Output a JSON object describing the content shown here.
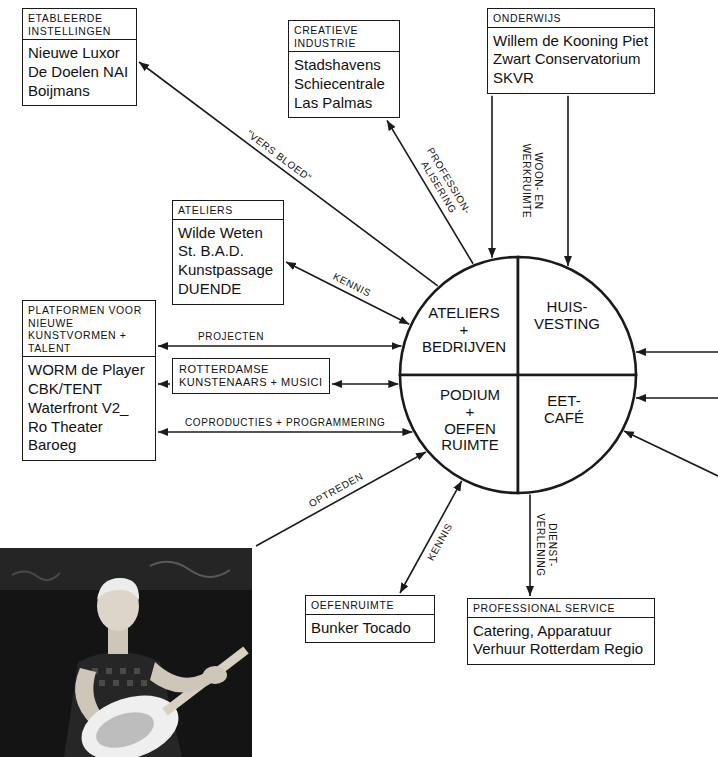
{
  "diagram": {
    "nodes": [
      {
        "text": [
          "ETABLEERDE INSTELLINGEN",
          "Nieuwe Luxor De Doelen NAI Boijmans"
        ]
      },
      {
        "text": [
          "CREATIEVE INDUSTRIE",
          "Stadshavens Schiecentrale Las Palmas"
        ]
      },
      {
        "text": [
          "ONDERWIJS",
          "Willem de Kooning Piet Zwart Conservatorium SKVR"
        ]
      },
      {
        "text": [
          "ATELIERS",
          "Wilde Weten St. B.A.D. Kunstpassage DUENDE"
        ]
      },
      {
        "text": [
          "ATELIERS + BEDRIJVEN"
        ]
      },
      {
        "text": [
          "HUIS- VESTING"
        ]
      },
      {
        "text": [
          "PLATFORMEN VOOR NIEUWE KUNSTVORMEN + TALENT",
          "WORM de Player CBK/TENT Waterfront V2_ Ro Theater Baroeg"
        ]
      },
      {
        "text": [
          "ROTTERDAMSE KUNSTENAARS + MUSICI"
        ]
      },
      {
        "text": [
          "PODIUM + OEFEN RUIMTE"
        ]
      },
      {
        "text": [
          "EET- CAFÉ"
        ]
      },
      {
        "text": [
          "OEFENRUIMTE",
          "Bunker Tocado"
        ]
      },
      {
        "text": [
          "PROFESSIONAL SERVICE",
          "Catering, Apparatuur Verhuur Rotterdam Regio"
        ]
      }
    ],
    "edges": [
      {
        "from": 4,
        "to": 0,
        "arrow": "to",
        "label": "\"VERS BLOED\""
      },
      {
        "from": 4,
        "to": 1,
        "arrow": "to",
        "label": "PROFESSION- ALISERING"
      },
      {
        "from": 2,
        "to": 4,
        "arrow": "to"
      },
      {
        "from": 2,
        "to": 5,
        "arrow": "to",
        "label": "WOON- EN WERKRUIMTE"
      },
      {
        "from": 3,
        "to": 4,
        "arrow": "both",
        "label": "KENNIS"
      },
      {
        "from": 6,
        "to": 4,
        "arrow": "both",
        "label": "PROJECTEN"
      },
      {
        "from": 7,
        "to": 6,
        "arrow": "to"
      },
      {
        "from": 8,
        "to": 7,
        "arrow": "both"
      },
      {
        "from": 8,
        "to": 6,
        "arrow": "both",
        "label": "COPRODUCTIES + PROGRAMMERING"
      },
      {
        "from": 10,
        "to": 8,
        "arrow": "both",
        "label": "KENNIS"
      },
      {
        "from": 9,
        "to": 11,
        "arrow": "to",
        "label": "DIENST- VERLENING"
      }
    ],
    "labels": [
      "OPTREDEN"
    ]
  }
}
